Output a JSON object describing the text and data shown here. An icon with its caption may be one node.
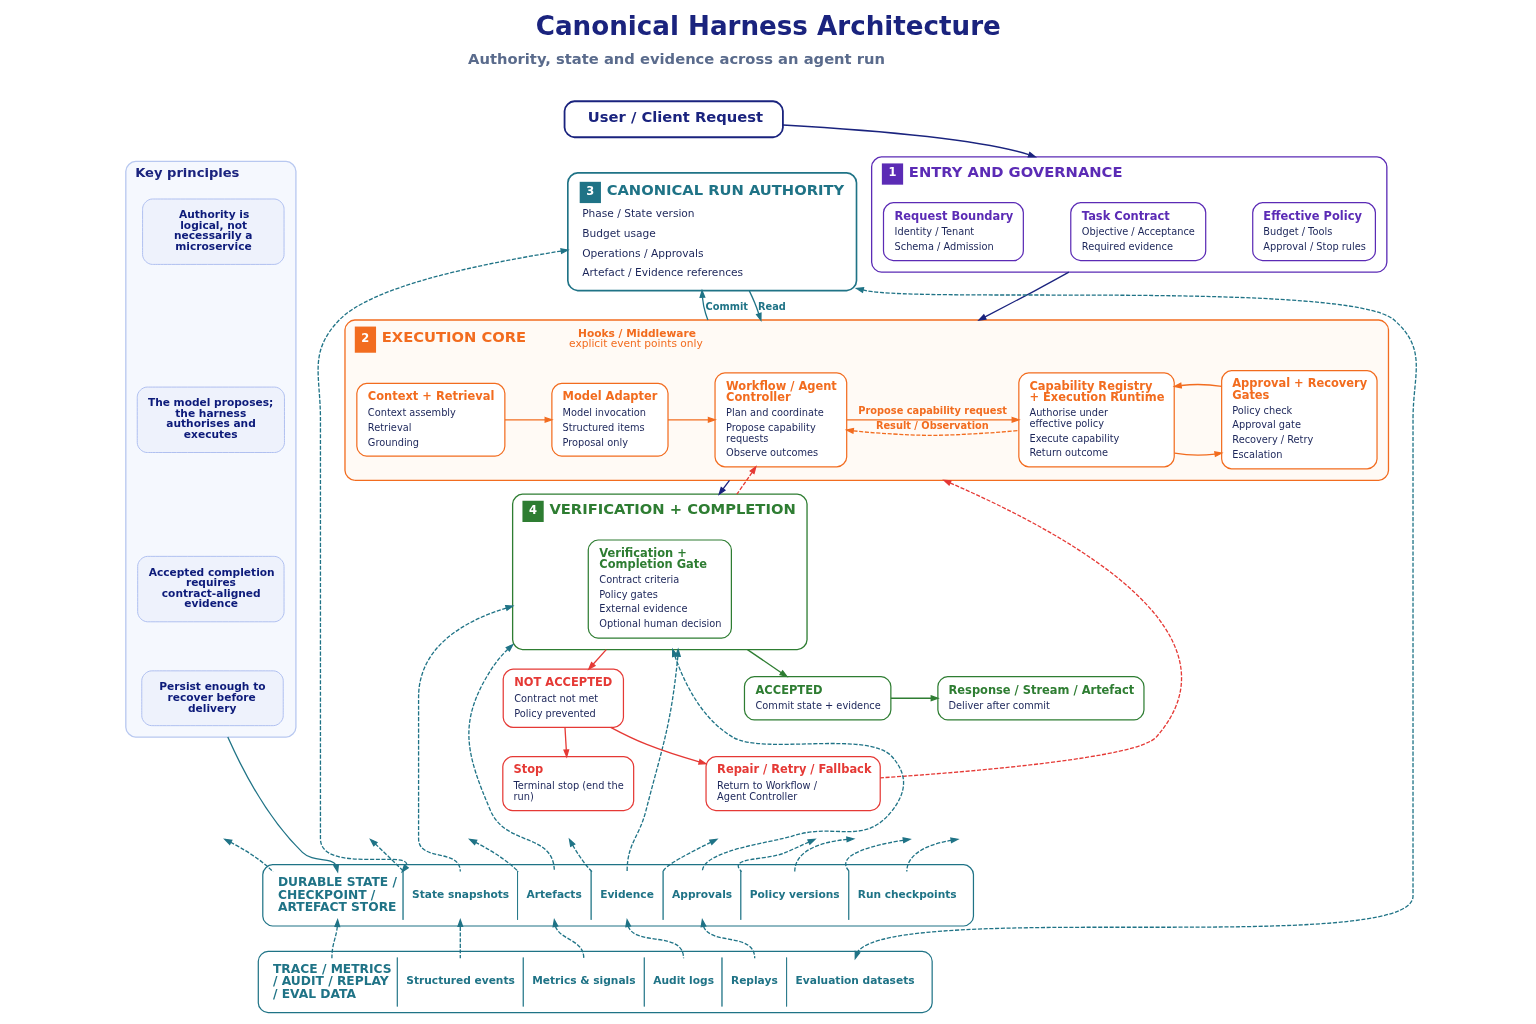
{
  "diagram": {
    "title": "Canonical Harness Architecture",
    "nodes": [
      {
        "text": [
          "User / Client Request"
        ]
      },
      {
        "text": [
          "Key principles"
        ]
      },
      {
        "text": [
          "Authority is logical, not necessarily a microservice"
        ],
        "in": 1
      },
      {
        "text": [
          "The model proposes; the harness authorises and executes"
        ],
        "in": 1
      },
      {
        "text": [
          "Accepted completion requires contract-aligned evidence"
        ],
        "in": 1
      },
      {
        "text": [
          "Persist enough to recover before delivery"
        ],
        "in": 1
      },
      {
        "text": [
          "1",
          "ENTRY AND GOVERNANCE"
        ]
      },
      {
        "text": [
          "Request Boundary",
          "Identity / Tenant",
          "Schema / Admission"
        ],
        "in": 6
      },
      {
        "text": [
          "Task Contract",
          "Objective / Acceptance",
          "Required evidence"
        ],
        "in": 6
      },
      {
        "text": [
          "Effective Policy",
          "Budget / Tools",
          "Approval / Stop rules"
        ],
        "in": 6
      },
      {
        "text": [
          "2",
          "EXECUTION CORE",
          "Hooks / Middleware",
          "explicit event points only"
        ]
      },
      {
        "text": [
          "Context + Retrieval",
          "Context assembly",
          "Retrieval",
          "Grounding"
        ],
        "in": 10
      },
      {
        "text": [
          "Model Adapter",
          "Model invocation",
          "Structured items",
          "Proposal only"
        ],
        "in": 10
      },
      {
        "text": [
          "Workflow / Agent Controller",
          "Plan and coordinate",
          "Propose capability requests",
          "Observe outcomes"
        ],
        "in": 10
      },
      {
        "text": [
          "Capability Registry + Execution Runtime",
          "Authorise under effective policy",
          "Execute capability",
          "Return outcome"
        ],
        "in": 10
      },
      {
        "text": [
          "Approval + Recovery Gates",
          "Policy check",
          "Approval gate",
          "Recovery / Retry",
          "Escalation"
        ],
        "in": 10
      },
      {
        "text": [
          "3",
          "CANONICAL RUN AUTHORITY",
          "Phase / State version",
          "Budget usage",
          "Operations / Approvals",
          "Artefact / Evidence references"
        ]
      },
      {
        "text": [
          "4",
          "VERIFICATION + COMPLETION"
        ]
      },
      {
        "text": [
          "Verification + Completion Gate",
          "Contract criteria",
          "Policy gates",
          "External evidence",
          "Optional human decision"
        ],
        "in": 17
      },
      {
        "text": [
          "ACCEPTED",
          "Commit state + evidence"
        ]
      },
      {
        "text": [
          "Response / Stream / Artefact",
          "Deliver after commit"
        ]
      },
      {
        "text": [
          "NOT ACCEPTED",
          "Contract not met",
          "Policy prevented"
        ]
      },
      {
        "text": [
          "Repair / Retry / Fallback",
          "Return to Workflow / Agent Controller"
        ]
      },
      {
        "text": [
          "Stop",
          "Terminal stop (end the run)"
        ]
      },
      {
        "text": [
          "DURABLE STATE / CHECKPOINT / ARTEFACT STORE",
          "State snapshots",
          "Artefacts",
          "Evidence",
          "Approvals",
          "Policy versions",
          "Run checkpoints"
        ]
      },
      {
        "text": [
          "TRACE / METRICS / AUDIT / REPLAY / EVAL DATA",
          "Structured events",
          "Metrics & signals",
          "Audit logs",
          "Replays",
          "Evaluation datasets"
        ]
      }
    ],
    "edges": [
      {
        "from": 0,
        "to": 6,
        "arrow": "to",
        "color": "#1a237e"
      },
      {
        "from": 6,
        "to": 10,
        "arrow": "to",
        "color": "#1a237e"
      },
      {
        "from": 11,
        "to": 12,
        "arrow": "to",
        "color": "#f26c1f"
      },
      {
        "from": 12,
        "to": 13,
        "arrow": "to",
        "color": "#f26c1f"
      },
      {
        "from": 13,
        "to": 14,
        "arrow": "to",
        "label": "Propose capability request",
        "color": "#f26c1f"
      },
      {
        "from": 14,
        "to": 13,
        "arrow": "to",
        "label": "Result / Observation",
        "style": "dashed",
        "color": "#f26c1f"
      },
      {
        "from": 14,
        "to": 15,
        "arrow": "to",
        "color": "#f26c1f"
      },
      {
        "from": 15,
        "to": 14,
        "arrow": "to",
        "color": "#f26c1f"
      },
      {
        "from": 16,
        "to": 10,
        "arrow": "to",
        "label": "Read"
      },
      {
        "from": 10,
        "to": 16,
        "arrow": "to",
        "label": "Commit"
      },
      {
        "from": 10,
        "to": 17,
        "arrow": "to",
        "color": "#1a237e"
      },
      {
        "from": 17,
        "to": 19,
        "arrow": "to",
        "color": "#2e7d32"
      },
      {
        "from": 19,
        "to": 20,
        "arrow": "to",
        "color": "#2e7d32"
      },
      {
        "from": 17,
        "to": 21,
        "arrow": "to",
        "color": "#e53935"
      },
      {
        "from": 17,
        "to": 13,
        "arrow": "to",
        "style": "dashed",
        "color": "#e53935"
      },
      {
        "from": 21,
        "to": 22,
        "arrow": "to",
        "color": "#e53935"
      },
      {
        "from": 21,
        "to": 23,
        "arrow": "to",
        "color": "#e53935"
      },
      {
        "from": 22,
        "to": 10,
        "arrow": "to",
        "style": "dashed",
        "color": "#e53935"
      },
      {
        "from": 1,
        "to": 24,
        "arrow": "to"
      },
      {
        "from": 24,
        "to": 17,
        "arrow": "to",
        "style": "dashed"
      },
      {
        "from": 24,
        "to": 17,
        "arrow": "to",
        "style": "dashed"
      },
      {
        "from": 24,
        "to": 17,
        "arrow": "to",
        "style": "dashed"
      },
      {
        "from": 24,
        "to": 17,
        "arrow": "to",
        "style": "dashed"
      },
      {
        "from": 24,
        "to": null,
        "arrow": "to",
        "style": "dashed"
      },
      {
        "from": 24,
        "to": null,
        "arrow": "to",
        "style": "dashed"
      },
      {
        "from": 24,
        "to": null,
        "arrow": "to",
        "style": "dashed"
      },
      {
        "from": 24,
        "to": null,
        "arrow": "to",
        "style": "dashed"
      },
      {
        "from": 24,
        "to": null,
        "arrow": "to",
        "style": "dashed"
      },
      {
        "from": 24,
        "to": null,
        "arrow": "to",
        "style": "dashed"
      },
      {
        "from": 24,
        "to": null,
        "arrow": "to",
        "style": "dashed"
      },
      {
        "from": 24,
        "to": null,
        "arrow": "to",
        "style": "dashed"
      },
      {
        "from": 24,
        "to": null,
        "arrow": "to",
        "style": "dashed"
      },
      {
        "from": 25,
        "to": 24,
        "arrow": "to",
        "style": "dashed"
      },
      {
        "from": 25,
        "to": 24,
        "arrow": "to",
        "style": "dashed"
      },
      {
        "from": 25,
        "to": 24,
        "arrow": "to",
        "style": "dashed"
      },
      {
        "from": 25,
        "to": 24,
        "arrow": "to",
        "style": "dashed"
      },
      {
        "from": 25,
        "to": 24,
        "arrow": "to",
        "style": "dashed"
      },
      {
        "from": 16,
        "to": 24,
        "arrow": "both",
        "style": "dashed"
      },
      {
        "from": 16,
        "to": 25,
        "arrow": "both",
        "style": "dashed"
      }
    ],
    "labels": [
      "Authority, state and evidence across an agent run"
    ]
  }
}
